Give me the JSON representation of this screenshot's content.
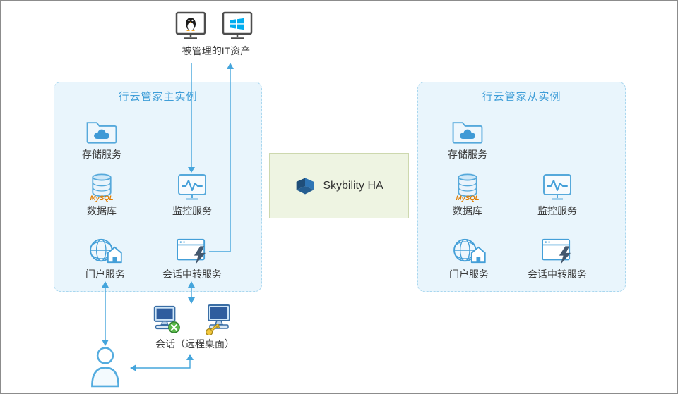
{
  "managed_assets": {
    "label": "被管理的IT资产"
  },
  "master_instance": {
    "title": "行云管家主实例",
    "services": {
      "storage": "存储服务",
      "database": "数据库",
      "monitoring": "监控服务",
      "portal": "门户服务",
      "session_relay": "会话中转服务"
    }
  },
  "slave_instance": {
    "title": "行云管家从实例",
    "services": {
      "storage": "存储服务",
      "database": "数据库",
      "monitoring": "监控服务",
      "portal": "门户服务",
      "session_relay": "会话中转服务"
    }
  },
  "ha": {
    "label": "Skybility HA"
  },
  "session": {
    "label": "会话（远程桌面）"
  },
  "icons_text": {
    "mysql": "MySQL"
  },
  "colors": {
    "accent_blue": "#45a5dc",
    "instance_box_fill": "#e9f5fc",
    "instance_box_border": "#a9d7ef",
    "instance_title": "#3f9ed8",
    "ha_box_fill": "#eef4e2",
    "ha_box_border": "#cdd8ae",
    "label_text": "#3a3a3a",
    "mysql_orange": "#e07c00",
    "windows_blue": "#00adef"
  },
  "icons": {
    "linux-host-icon": "monitor + penguin",
    "windows-host-icon": "monitor + windows-logo",
    "storage-icon": "folder + cloud",
    "database-icon": "cylinder + MySQL",
    "monitoring-icon": "screen + waveform",
    "portal-icon": "globe + house",
    "session-relay-icon": "window + lightning",
    "rdp-computer-icon": "computer + green sphere",
    "rdp-key-icon": "computer + yellow key",
    "user-icon": "person outline",
    "skybility-logo-icon": "blue cube logo"
  }
}
